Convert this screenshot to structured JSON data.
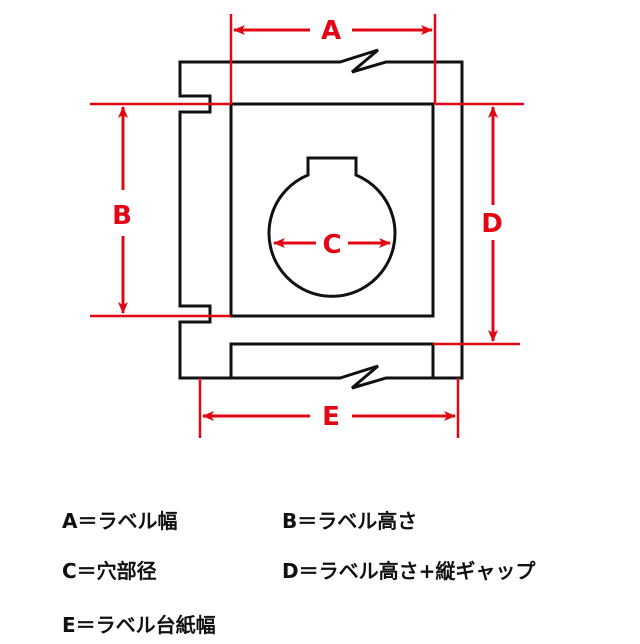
{
  "colors": {
    "dimension": "#e30613",
    "outline": "#111111",
    "background": "#ffffff"
  },
  "dimension_labels": {
    "a": "A",
    "b": "B",
    "c": "C",
    "d": "D",
    "e": "E"
  },
  "legend": [
    {
      "key": "A",
      "text": "A＝ラベル幅"
    },
    {
      "key": "B",
      "text": "B＝ラベル高さ"
    },
    {
      "key": "C",
      "text": "C＝穴部径"
    },
    {
      "key": "D",
      "text": "D＝ラベル高さ+縦ギャップ"
    },
    {
      "key": "E",
      "text": "E＝ラベル台紙幅"
    }
  ]
}
